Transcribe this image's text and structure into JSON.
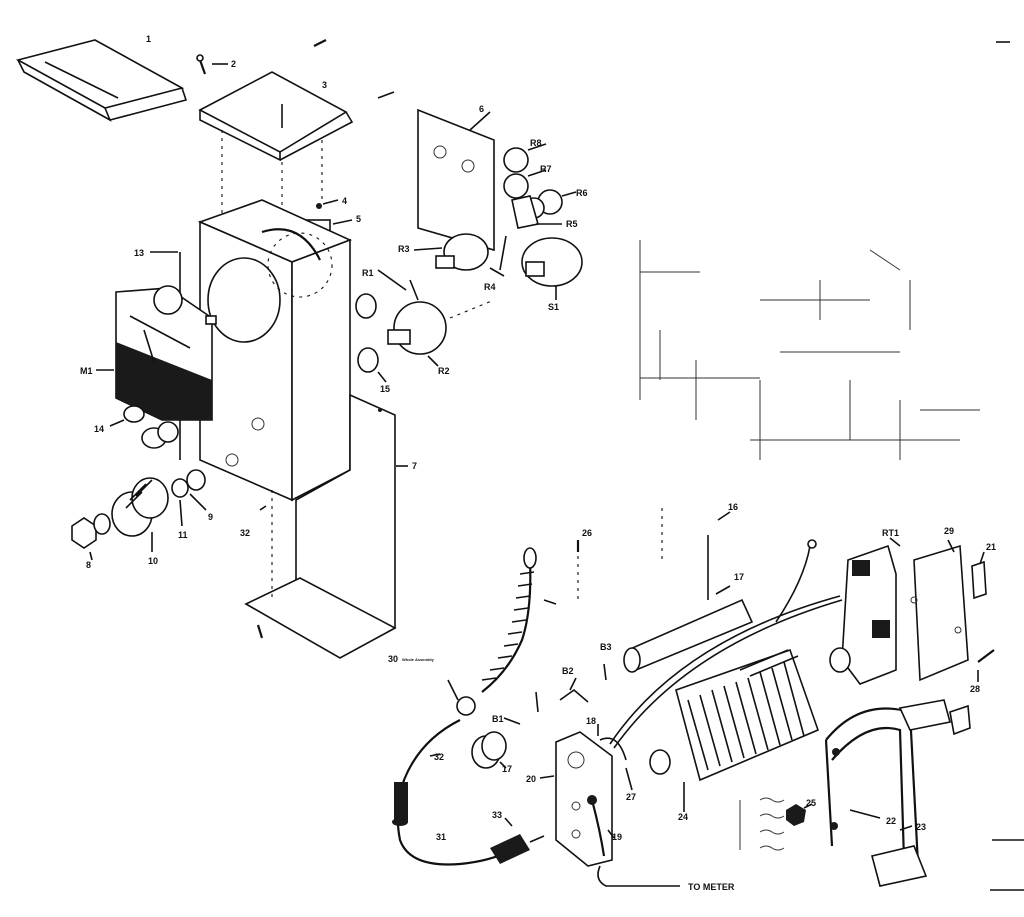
{
  "labels": {
    "l1": "1",
    "l2": "2",
    "l3": "3",
    "l4": "4",
    "l5": "5",
    "l6": "6",
    "l7": "7",
    "l8": "8",
    "l9": "9",
    "l10": "10",
    "l11": "11",
    "l13": "13",
    "l14": "14",
    "l15": "15",
    "l16": "16",
    "l17a": "17",
    "l17b": "17",
    "l18": "18",
    "l19": "19",
    "l20": "20",
    "l21": "21",
    "l22": "22",
    "l23": "23",
    "l24": "24",
    "l25": "25",
    "l26": "26",
    "l27": "27",
    "l28": "28",
    "l29": "29",
    "l30": "30",
    "l30sub": "Whole Assembly",
    "l31": "31",
    "l32a": "32",
    "l32b": "32",
    "l33": "33",
    "lM1": "M1",
    "lR1": "R1",
    "lR2": "R2",
    "lR3": "R3",
    "lR4": "R4",
    "lR5": "R5",
    "lR6": "R6",
    "lR7": "R7",
    "lR8": "R8",
    "lS1": "S1",
    "lRT1": "RT1",
    "lB1": "B1",
    "lB2": "B2",
    "lB3": "B3",
    "toMeter": "TO METER"
  },
  "colors": {
    "ink": "#111111",
    "paper": "#ffffff"
  }
}
